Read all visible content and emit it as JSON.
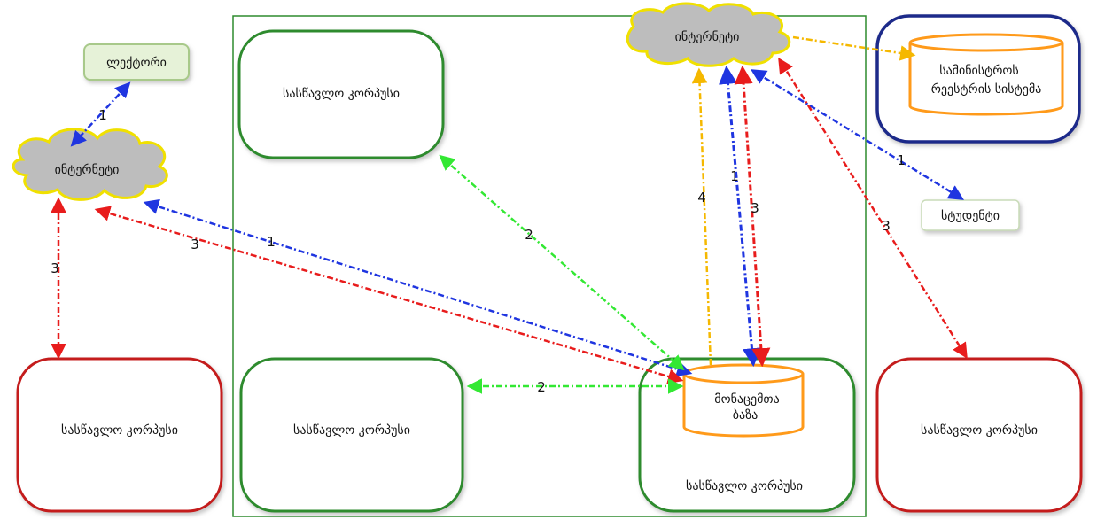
{
  "nodes": {
    "lecturer": "ლექტორი",
    "internet_left": "ინტერნეტი",
    "internet_top": "ინტერნეტი",
    "admin_system_line1": "სამინისტროს",
    "admin_system_line2": "რეესტრის სისტემა",
    "student": "სტუდენტი",
    "database_line1": "მონაცემთა",
    "database_line2": "ბაზა",
    "campus_top_left": "სასწავლო კორპუსი",
    "campus_bottom_left": "სასწავლო კორპუსი",
    "campus_bottom_mid": "სასწავლო კორპუსი",
    "campus_main": "სასწავლო კორპუსი",
    "campus_bottom_right": "სასწავლო კორპუსი"
  },
  "edges": [
    {
      "label": "1",
      "color": "#1f35e0"
    },
    {
      "label": "3",
      "color": "#e81c1c"
    },
    {
      "label": "1",
      "color": "#1f35e0"
    },
    {
      "label": "3",
      "color": "#e81c1c"
    },
    {
      "label": "2",
      "color": "#33e833"
    },
    {
      "label": "2",
      "color": "#33e833"
    },
    {
      "label": "4",
      "color": "#f5b800"
    },
    {
      "label": "1",
      "color": "#1f35e0"
    },
    {
      "label": "3",
      "color": "#e81c1c"
    },
    {
      "label": "1",
      "color": "#1f35e0"
    },
    {
      "label": "3",
      "color": "#e81c1c"
    },
    {
      "label": "",
      "color": "#f5b800"
    }
  ],
  "colors": {
    "campus_green": "#2e8b2e",
    "campus_red": "#c41e1e",
    "admin_navy": "#1e2a8a",
    "cylinder_orange": "#ff9a1a",
    "cloud_fill": "#bdbdbd",
    "cloud_border": "#f0e000",
    "label_box_fill": "#e6f2d8"
  }
}
